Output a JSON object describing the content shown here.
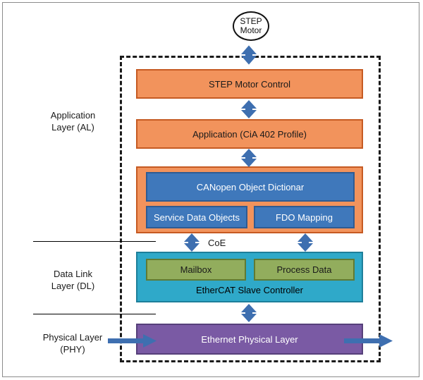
{
  "motor": {
    "line1": "STEP",
    "line2": "Motor"
  },
  "layers": {
    "application": {
      "line1": "Application",
      "line2": "Layer (AL)"
    },
    "data_link": {
      "line1": "Data Link",
      "line2": "Layer (DL)"
    },
    "physical": {
      "line1": "Physical Layer",
      "line2": "(PHY)"
    }
  },
  "blocks": {
    "step_motor_control": "STEP Motor Control",
    "application_profile": "Application (CiA 402 Profile)",
    "object_dictionary": "CANopen Object Dictionar",
    "sdo": "Service Data Objects",
    "pdo_mapping": "FDO Mapping",
    "mailbox": "Mailbox",
    "process_data": "Process Data",
    "esc": "EtherCAT Slave Controller",
    "ethernet_phy": "Ethernet Physical Layer"
  },
  "coe_label": "CoE",
  "colors": {
    "orange": "#f2935c",
    "blue": "#3f78bb",
    "cyan": "#2fa9c9",
    "green": "#92ad5d",
    "purple": "#7a5aa4",
    "arrow": "#3e6fb0"
  }
}
